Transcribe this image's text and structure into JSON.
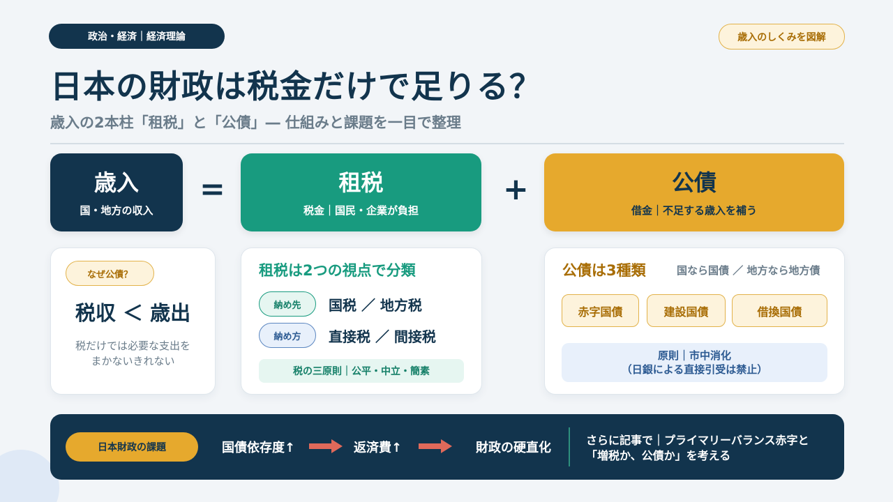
{
  "header": {
    "category": "政治・経済｜経済理論",
    "badge": "歳入のしくみを図解",
    "title": "日本の財政は税金だけで足りる？",
    "subtitle": "歳入の2本柱「租税」と「公債」― 仕組みと課題を一目で整理"
  },
  "equation": {
    "income": {
      "label": "歳入",
      "desc": "国・地方の収入"
    },
    "equals": "=",
    "tax": {
      "label": "租税",
      "desc": "税金｜国民・企業が負担"
    },
    "plus": "+",
    "bond": {
      "label": "公債",
      "desc": "借金｜不足する歳入を補う"
    }
  },
  "why_card": {
    "tag": "なぜ公債？",
    "inequality": "税収 ＜ 歳出",
    "note_line1": "税だけでは必要な支出を",
    "note_line2": "まかないきれない"
  },
  "tax_card": {
    "title": "租税は2つの視点で分類",
    "rows": [
      {
        "tag": "納め先",
        "text": "国税 ／ 地方税"
      },
      {
        "tag": "納め方",
        "text": "直接税 ／ 間接税"
      }
    ],
    "principle": "税の三原則｜公平・中立・簡素"
  },
  "bond_card": {
    "title": "公債は3種類",
    "note": "国なら国債 ／ 地方なら地方債",
    "types": [
      "赤字国債",
      "建設国債",
      "借換国債"
    ],
    "rule_line1": "原則｜市中消化",
    "rule_line2": "（日銀による直接引受は禁止）"
  },
  "issues": {
    "label": "日本財政の課題",
    "flow": [
      "国債依存度↑",
      "返済費↑",
      "財政の硬直化"
    ],
    "more_line1": "さらに記事で｜プライマリーバランス赤字と",
    "more_line2": "「増税か、公債か」を考える"
  },
  "colors": {
    "navy": "#12344d",
    "teal": "#189b7f",
    "gold": "#e6a92d",
    "arrow": "#e0695a"
  }
}
